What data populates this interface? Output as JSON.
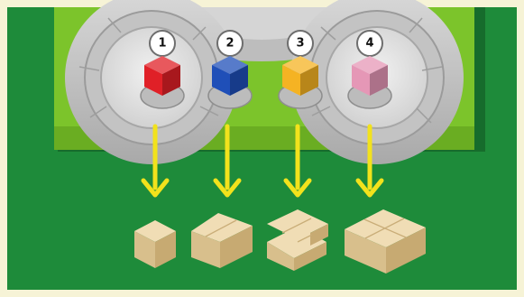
{
  "board": {
    "colors": {
      "frame": "#f6f3d6",
      "table": "#1e8b3a",
      "board_grass": "#7cc42b",
      "plaza": "#c9c9c9",
      "arrow": "#f2e21c",
      "wood": "#e6d1a6"
    },
    "positions": [
      {
        "number": "1",
        "cube_color": "#e02027",
        "cube_color_name": "red"
      },
      {
        "number": "2",
        "cube_color": "#1f4fb8",
        "cube_color_name": "blue"
      },
      {
        "number": "3",
        "cube_color": "#f5b323",
        "cube_color_name": "yellow"
      },
      {
        "number": "4",
        "cube_color": "#e597b6",
        "cube_color_name": "pink"
      }
    ]
  },
  "pieces": [
    {
      "name": "single-block",
      "size": 1
    },
    {
      "name": "double-block",
      "size": 2
    },
    {
      "name": "triple-l-block",
      "size": 3
    },
    {
      "name": "quad-square-block",
      "size": 4
    }
  ]
}
